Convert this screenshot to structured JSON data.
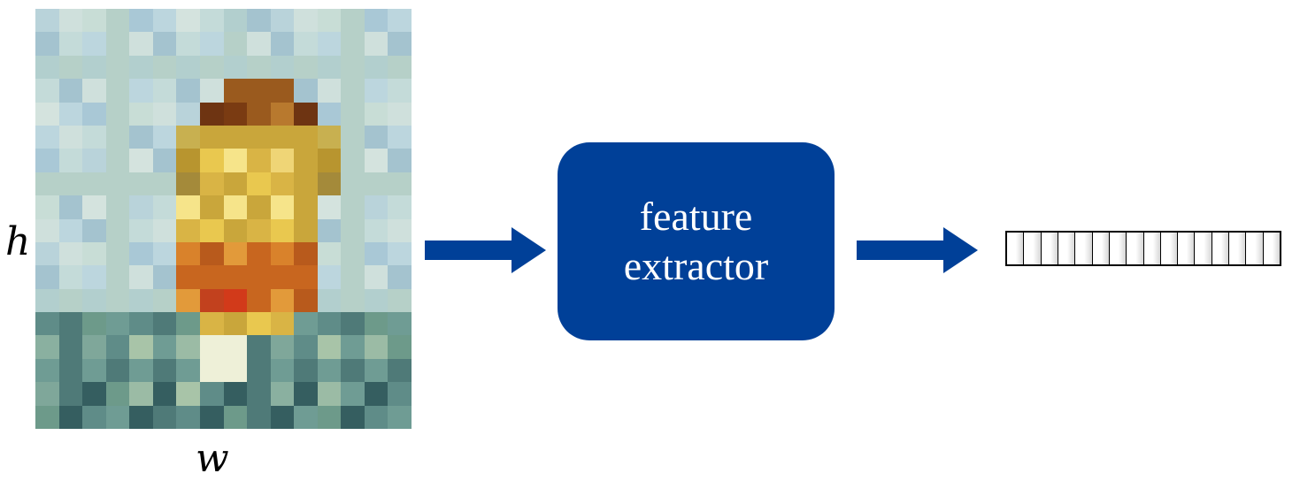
{
  "labels": {
    "height": "h",
    "width": "w"
  },
  "extractor": {
    "line1": "feature",
    "line2": "extractor"
  },
  "feature_vector": {
    "cells": 16
  },
  "colors": {
    "box": "#004098",
    "arrow": "#004098"
  },
  "icons": {
    "arrow": "right-arrow-icon"
  }
}
